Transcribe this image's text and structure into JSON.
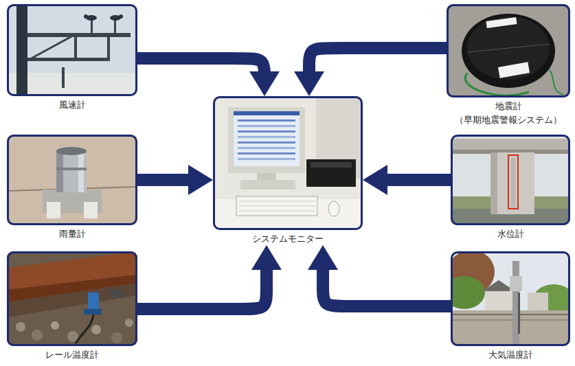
{
  "diagram": {
    "nodes": [
      {
        "text": [
          "風速計"
        ]
      },
      {
        "text": [
          "地震計",
          "（早期地震警報システム）"
        ]
      },
      {
        "text": [
          "雨量計"
        ]
      },
      {
        "text": [
          "システムモニター"
        ]
      },
      {
        "text": [
          "水位計"
        ]
      },
      {
        "text": [
          "レール温度計"
        ]
      },
      {
        "text": [
          "大気温度計"
        ]
      }
    ],
    "edges": [
      {
        "from": 0,
        "to": 3,
        "arrow": "to"
      },
      {
        "from": 1,
        "to": 3,
        "arrow": "to"
      },
      {
        "from": 2,
        "to": 3,
        "arrow": "to"
      },
      {
        "from": 4,
        "to": 3,
        "arrow": "to"
      },
      {
        "from": 5,
        "to": 3,
        "arrow": "to"
      },
      {
        "from": 6,
        "to": 3,
        "arrow": "to"
      }
    ]
  }
}
